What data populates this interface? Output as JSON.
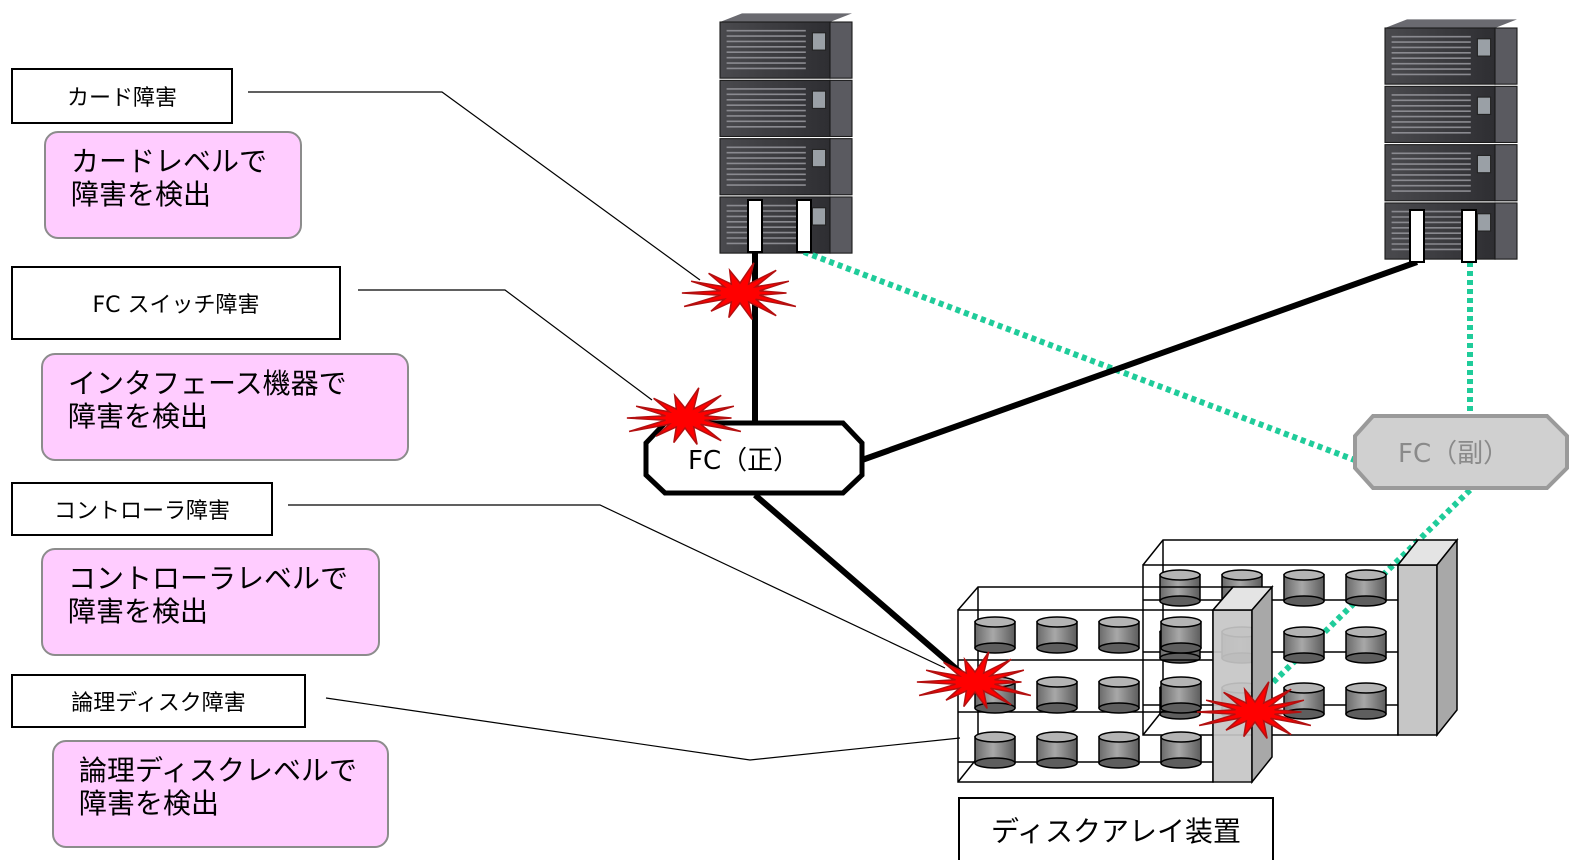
{
  "failures": [
    {
      "label": "カード障害",
      "note": [
        "カードレベルで",
        "障害を検出"
      ]
    },
    {
      "label": "FC スイッチ障害",
      "note": [
        "インタフェース機器で",
        "障害を検出"
      ]
    },
    {
      "label": "コントローラ障害",
      "note": [
        "コントローラレベルで",
        "障害を検出"
      ]
    },
    {
      "label": "論理ディスク障害",
      "note": [
        "論理ディスクレベルで",
        "障害を検出"
      ]
    }
  ],
  "fc_primary": "FC（正）",
  "fc_secondary": "FC（副）",
  "disk_array_label": "ディスクアレイ装置",
  "colors": {
    "note_fill": "#ffccff",
    "note_border": "#8c8c8c",
    "backup_path": "#1fcc9a",
    "burst_fill": "#ff0000",
    "burst_stroke": "#b31010",
    "fc_secondary_fill": "#d0d0d0"
  },
  "icons": [
    "server-icon",
    "failure-burst-icon",
    "disk-cylinder-icon"
  ]
}
